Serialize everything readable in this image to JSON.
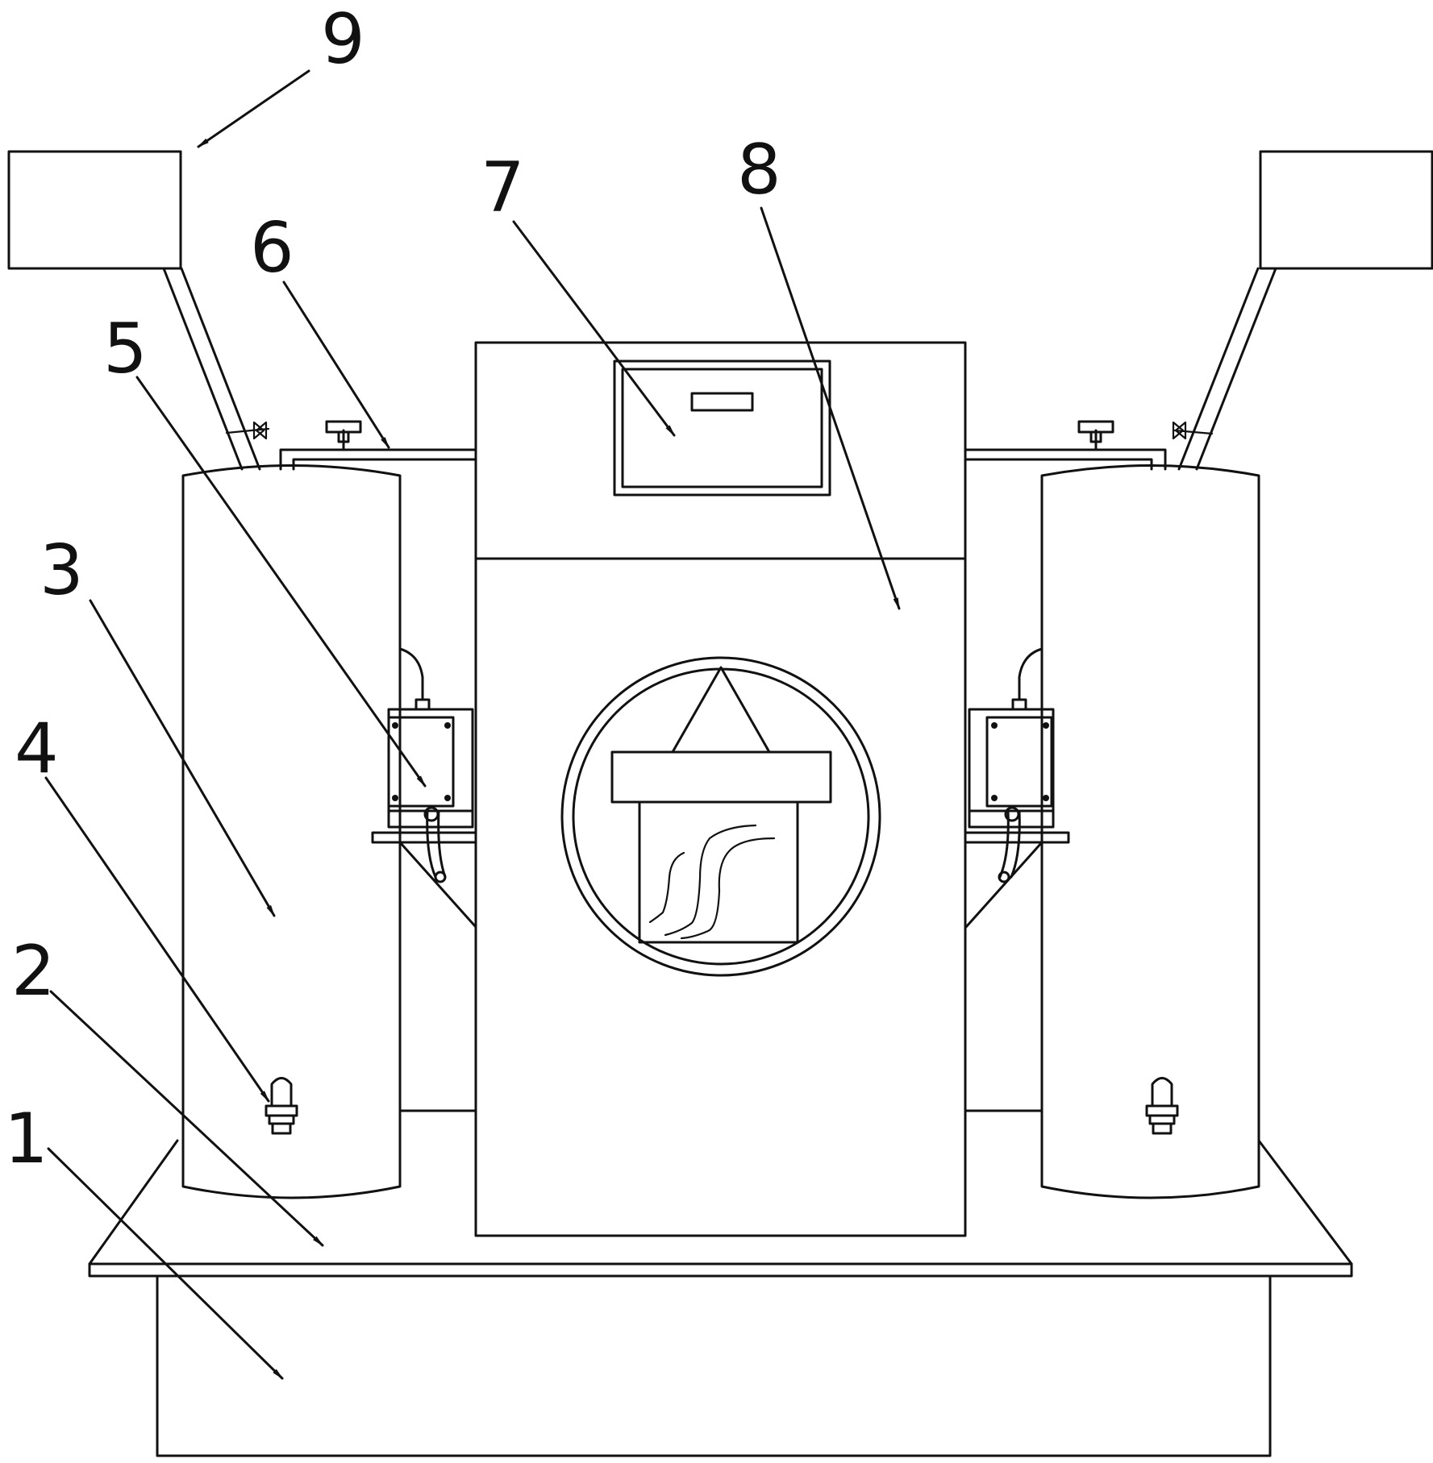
{
  "diagram": {
    "colors": {
      "line": "#111111",
      "background": "#ffffff"
    },
    "reference_numerals": [
      {
        "id": "1",
        "label": "1"
      },
      {
        "id": "2",
        "label": "2"
      },
      {
        "id": "3",
        "label": "3"
      },
      {
        "id": "4",
        "label": "4"
      },
      {
        "id": "5",
        "label": "5"
      },
      {
        "id": "6",
        "label": "6"
      },
      {
        "id": "7",
        "label": "7"
      },
      {
        "id": "8",
        "label": "8"
      },
      {
        "id": "9",
        "label": "9"
      }
    ]
  }
}
